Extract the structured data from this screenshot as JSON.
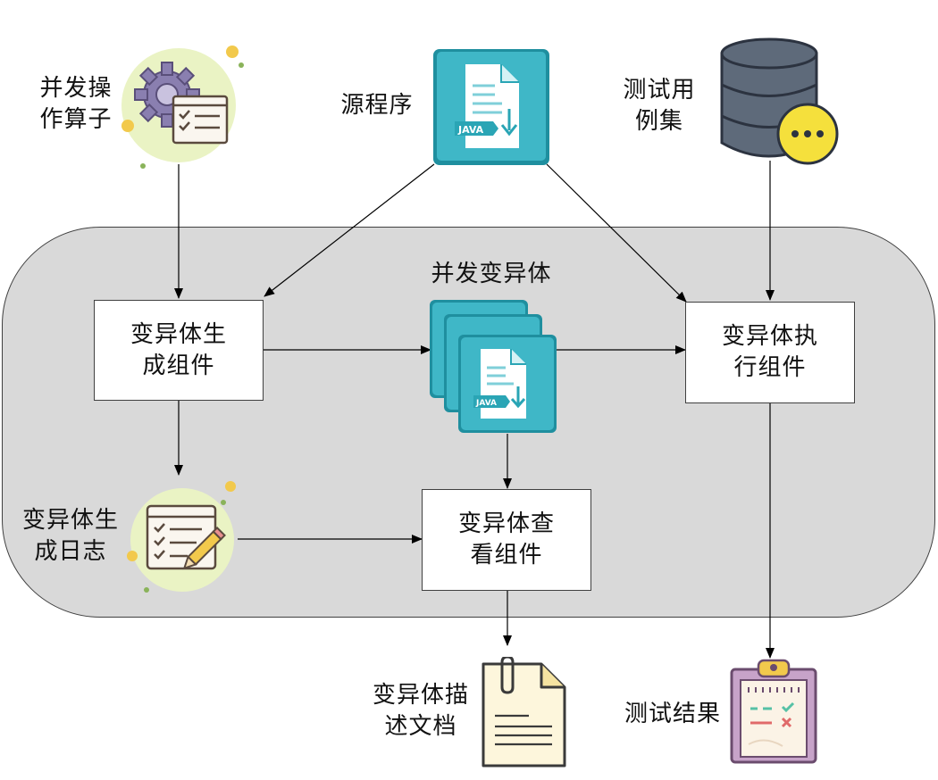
{
  "labels": {
    "concurrent_operators": "并发操\n作算子",
    "source_program": "源程序",
    "test_cases": "测试用\n例集",
    "concurrent_mutants": "并发变异体",
    "mutant_gen_log": "变异体生\n成日志",
    "mutant_description_doc": "变异体描\n述文档",
    "test_results": "测试结果"
  },
  "boxes": {
    "generation": "变异体生\n成组件",
    "execution": "变异体执\n行组件",
    "viewing": "变异体查\n看组件"
  },
  "icons": {
    "java_file_text": "JAVA"
  },
  "colors": {
    "region_fill": "#d9d9d9",
    "java_teal": "#2aa5b5",
    "java_teal_light": "#45bccb",
    "database_gray": "#5e6a7a",
    "badge_yellow": "#f5e03c",
    "halo_green": "#eaf3c4"
  }
}
